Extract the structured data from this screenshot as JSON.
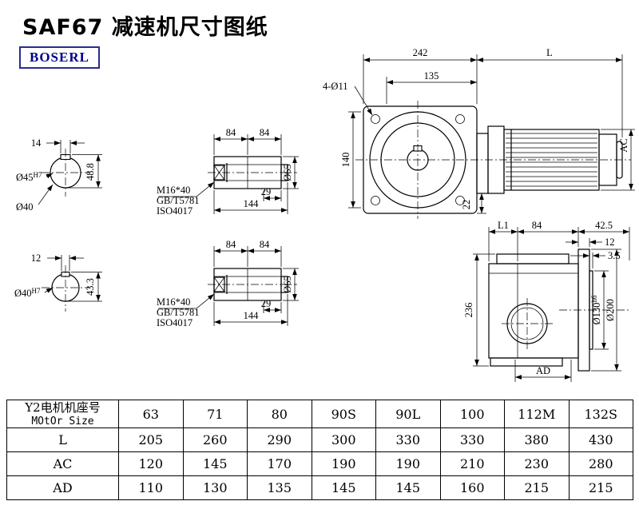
{
  "page": {
    "title": "SAF67 减速机尺寸图纸",
    "logo": "BOSERL"
  },
  "front_view": {
    "dim_width": "242",
    "dim_motor_len": "L",
    "holes": "4-Ø11",
    "dim_center_to_face": "135",
    "dim_flange": "140",
    "dim_motor_dia": "AC",
    "dim_foot": "22"
  },
  "shaft_end_1": {
    "dim_key_w": "14",
    "dia": "Ø45",
    "dia_tol": "H7",
    "dim_key_h": "48.8",
    "dia_alt": "Ø40"
  },
  "shaft_end_2": {
    "dim_key_w": "12",
    "dia": "Ø40",
    "dia_tol": "H7",
    "dim_key_h": "43.3"
  },
  "shaft_detail": {
    "dim_a": "84",
    "dim_b": "84",
    "dim_tip": "29",
    "dim_len": "144",
    "dia": "Ø65",
    "bolt": "M16*40",
    "bolt_std1": "GB/T5781",
    "bolt_std2": "ISO4017"
  },
  "side_view": {
    "dim_l1": "L1",
    "dim_84": "84",
    "dim_425": "42.5",
    "dim_12": "12",
    "dim_35": "3.5",
    "dim_height": "236",
    "dia_spigot": "Ø130",
    "dia_spigot_tol": "h6",
    "dia_flange": "Ø200",
    "dim_ad": "AD"
  },
  "table": {
    "header_cn": "Y2电机机座号",
    "header_en": "MOtOr Size",
    "sizes": [
      "63",
      "71",
      "80",
      "90S",
      "90L",
      "100",
      "112M",
      "132S"
    ],
    "rows": [
      {
        "label": "L",
        "values": [
          "205",
          "260",
          "290",
          "300",
          "330",
          "330",
          "380",
          "430"
        ]
      },
      {
        "label": "AC",
        "values": [
          "120",
          "145",
          "170",
          "190",
          "190",
          "210",
          "230",
          "280"
        ]
      },
      {
        "label": "AD",
        "values": [
          "110",
          "130",
          "135",
          "145",
          "145",
          "160",
          "215",
          "215"
        ]
      }
    ]
  }
}
